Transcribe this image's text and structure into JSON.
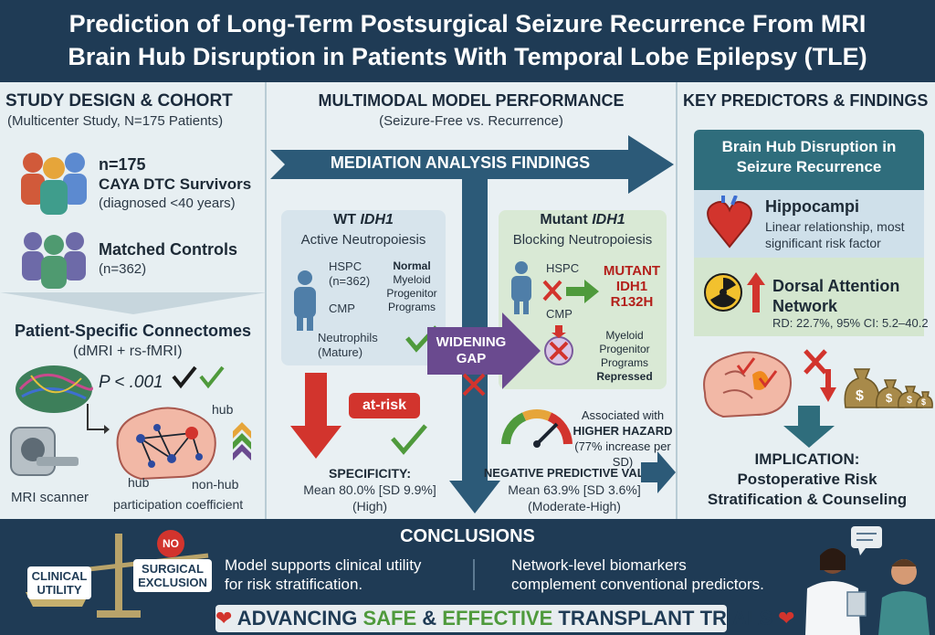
{
  "title": {
    "line1": "Prediction of Long-Term Postsurgical Seizure Recurrence From MRI",
    "line2": "Brain Hub Disruption in Patients With Temporal Lobe Epilepsy (TLE)"
  },
  "left": {
    "heading": "STUDY DESIGN & COHORT",
    "subheading": "(Multicenter Study, N=175 Patients)",
    "group1": {
      "n": "n=175",
      "name": "CAYA DTC Survivors",
      "note": "(diagnosed <40 years)"
    },
    "group2": {
      "name": "Matched Controls",
      "n": "(n=362)"
    },
    "connectome": {
      "heading": "Patient-Specific Connectomes",
      "sub": "(dMRI + rs-fMRI)",
      "pvalue": "P < .001",
      "hub": "hub",
      "hub2": "hub",
      "nonhub": "non-hub",
      "scanner": "MRI scanner",
      "coef": "participation coefficient"
    }
  },
  "middle": {
    "heading": "MULTIMODAL MODEL PERFORMANCE",
    "subheading": "(Seizure-Free vs. Recurrence)",
    "arrow_label": "MEDIATION ANALYSIS FINDINGS",
    "wt": {
      "title_a": "WT ",
      "title_b": "IDH1",
      "sub": "Active Neutropoiesis",
      "hspc": "HSPC",
      "hspc_n": "(n=362)",
      "cmp": "CMP",
      "neut": "Neutrophils",
      "neut2": "(Mature)",
      "normal": [
        "Normal",
        "Myeloid",
        "Progenitor",
        "Programs"
      ]
    },
    "mut": {
      "title_a": "Mutant ",
      "title_b": "IDH1",
      "sub": "Blocking Neutropoiesis",
      "hspc": "HSPC",
      "cmp": "CMP",
      "mutant": [
        "MUTANT",
        "IDH1",
        "R132H"
      ],
      "repressed": [
        "Myeloid",
        "Progenitor",
        "Programs",
        "Repressed"
      ]
    },
    "gap": [
      "WIDENING",
      "GAP"
    ],
    "atrisk": "at-risk",
    "specificity": {
      "label": "SPECIFICITY:",
      "value": "Mean 80.0% [SD 9.9%]",
      "qual": "(High)"
    },
    "hazard": {
      "a": "Associated with",
      "b": "HIGHER HAZARD",
      "c": "(77% increase per SD)"
    },
    "npv": {
      "label": "NEGATIVE PREDICTIVE VALUE:",
      "value": "Mean 63.9% [SD 3.6%]",
      "qual": "(Moderate-High)"
    }
  },
  "right": {
    "heading": "KEY PREDICTORS & FINDINGS",
    "box_title": [
      "Brain Hub Disruption in",
      "Seizure Recurrence"
    ],
    "hippo": {
      "name": "Hippocampi",
      "desc1": "Linear relationship, most",
      "desc2": "significant risk factor"
    },
    "dan": {
      "name1": "Dorsal Attention",
      "name2": "Network",
      "stat": "RD: 22.7%, 95% CI: 5.2–40.2"
    },
    "implication": [
      "IMPLICATION:",
      "Postoperative Risk",
      "Stratification & Counseling"
    ]
  },
  "footer": {
    "heading": "CONCLUSIONS",
    "scale_left": [
      "CLINICAL",
      "UTILITY"
    ],
    "scale_right": [
      "SURGICAL",
      "EXCLUSION"
    ],
    "no": "NO",
    "c1": [
      "Model supports clinical utility",
      "for risk stratification."
    ],
    "c2": [
      "Network-level biomarkers",
      "complement conventional predictors."
    ],
    "banner": {
      "a": "ADVANCING ",
      "b": "SAFE",
      "c": " & ",
      "d": "EFFECTIVE",
      "e": " TRANSPLANT TRIALS"
    }
  },
  "colors": {
    "navy": "#1f3b55",
    "red": "#d2342d",
    "green": "#4f9a3c",
    "purple": "#6a4a8f",
    "teal": "#2f6d7c"
  }
}
